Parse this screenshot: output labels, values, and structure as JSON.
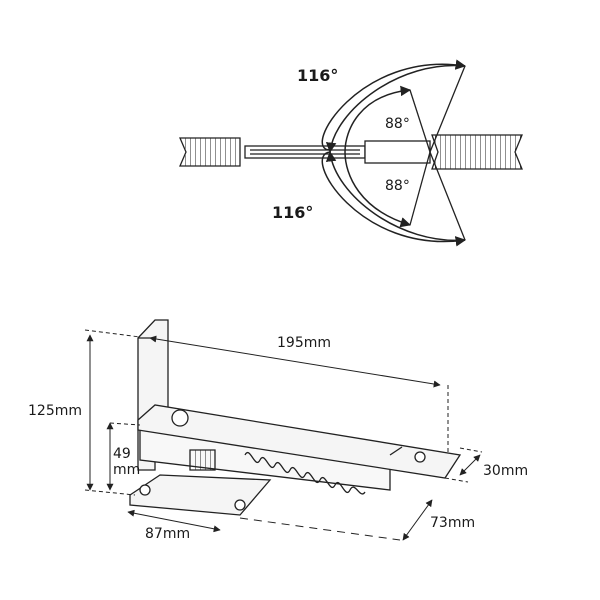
{
  "top_view": {
    "angle_outer_top": "116°",
    "angle_outer_bottom": "116°",
    "angle_inner_top": "88°",
    "angle_inner_bottom": "88°"
  },
  "dimensions": {
    "length": "195mm",
    "height": "125mm",
    "body_height_value": "49",
    "body_height_unit": "mm",
    "arm_width": "30mm",
    "plate_length": "87mm",
    "depth": "73mm"
  },
  "colors": {
    "stroke": "#222222",
    "fill": "#f2f2f2"
  }
}
